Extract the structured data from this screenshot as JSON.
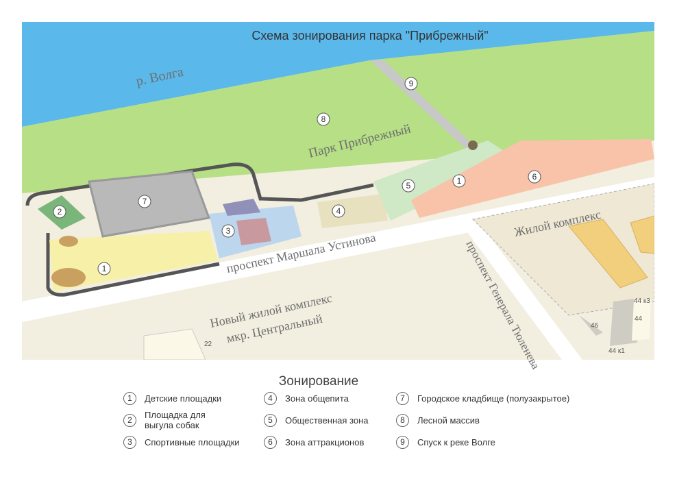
{
  "title": "Схема зонирования парка \"Прибрежный\"",
  "map_labels": {
    "river": "р. Волга",
    "park": "Парк Прибрежный",
    "street_main": "проспект Маршала Устинова",
    "street_side": "проспект Генерала Тюленева",
    "residential": "Жилой комплекс",
    "new_residential_1": "Новый жилой комплекс",
    "new_residential_2": "мкр. Центральный",
    "buildings": [
      "22",
      "44 к3",
      "44",
      "46",
      "44 к1"
    ]
  },
  "map_markers": [
    "1",
    "1",
    "2",
    "3",
    "4",
    "5",
    "6",
    "7",
    "8",
    "9"
  ],
  "colors": {
    "water": "#5ab8ea",
    "forest": "#b6df86",
    "land": "#f2eee0",
    "zone_children": "#f7f0a8",
    "zone_sport": "#bcd6ee",
    "zone_food": "#e8e1c0",
    "zone_public": "#cfe8c6",
    "zone_attractions": "#f8c3a8",
    "cemetery": "#b9b9b9"
  },
  "legend": {
    "title": "Зонирование",
    "items": [
      {
        "num": "1",
        "label": "Детские площадки"
      },
      {
        "num": "2",
        "label": "Площадка для выгула собак"
      },
      {
        "num": "3",
        "label": "Спортивные площадки"
      },
      {
        "num": "4",
        "label": "Зона общепита"
      },
      {
        "num": "5",
        "label": "Общественная зона"
      },
      {
        "num": "6",
        "label": "Зона аттракционов"
      },
      {
        "num": "7",
        "label": "Городское кладбище (полузакрытое)"
      },
      {
        "num": "8",
        "label": "Лесной массив"
      },
      {
        "num": "9",
        "label": "Спуск к реке Волге"
      }
    ]
  }
}
